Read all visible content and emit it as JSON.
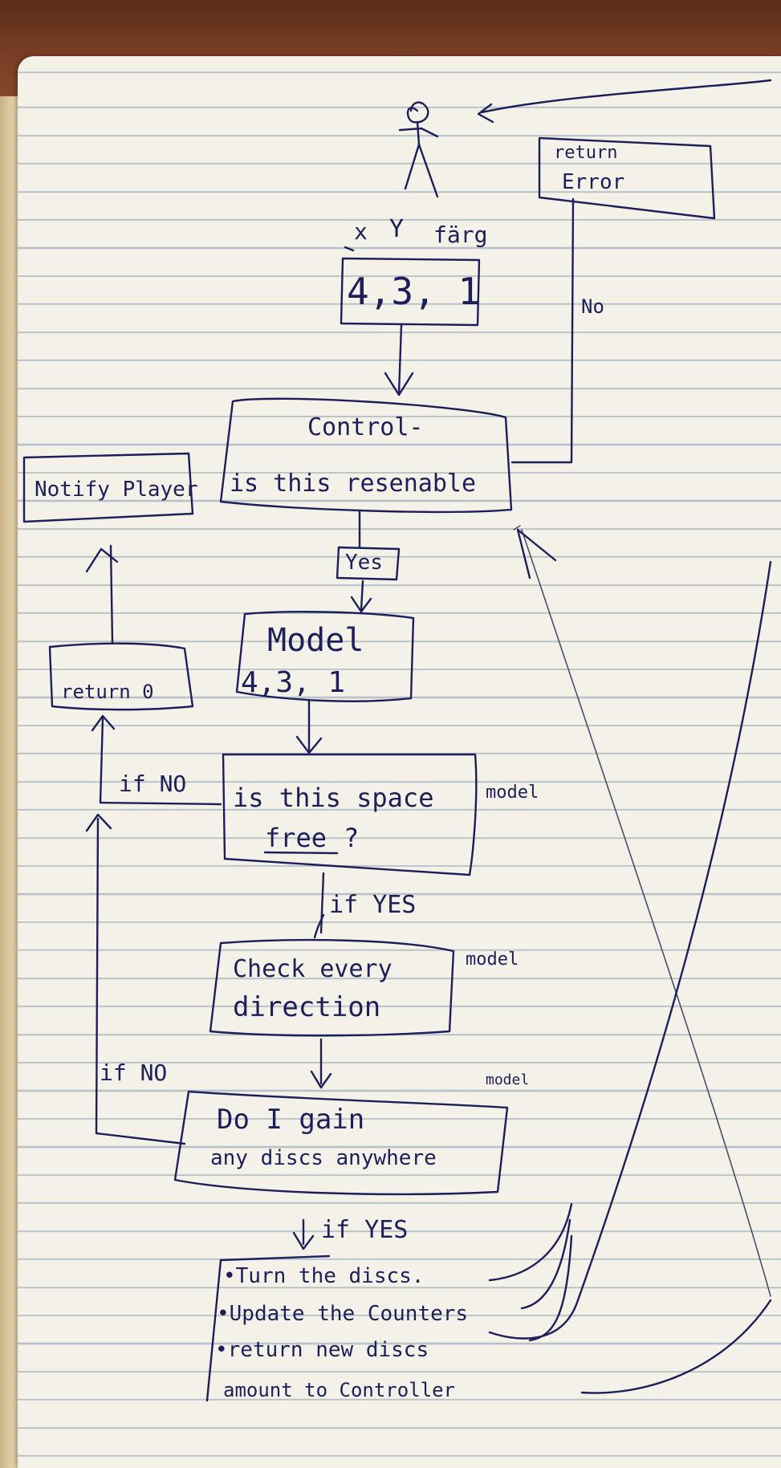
{
  "header_labels": {
    "x": "x",
    "y": "Y",
    "color": "färg"
  },
  "input_values": "4,3, 1",
  "controller": {
    "line1": "Control-",
    "line2": "is this resenable"
  },
  "error_box": {
    "line1": "return",
    "line2": "Error"
  },
  "no_label": "No",
  "yes_label": "Yes",
  "model_box": {
    "line1": "Model",
    "line2": "4,3, 1"
  },
  "notify_box": "Notify Player",
  "return_zero": "return 0",
  "space_check": {
    "line1": "is this space",
    "line2": "free",
    "suffix": "?",
    "tag": "model"
  },
  "if_no_1": "if NO",
  "if_yes_1": "if YES",
  "direction_check": {
    "line1": "Check every",
    "line2": "direction",
    "tag": "model"
  },
  "if_no_2": "if NO",
  "gain_check": {
    "line1": "Do I gain",
    "line2": "any discs anywhere",
    "tag": "model"
  },
  "if_yes_2": "if YES",
  "final_steps": [
    "•Turn the discs.",
    "•Update the Counters",
    "•return    new discs",
    "amount   to Controller"
  ],
  "colors": {
    "ink": "#1d1f5a",
    "paper": "#f4f1e8",
    "rule": "#b9c1c8",
    "desk": "#6b3a24"
  }
}
